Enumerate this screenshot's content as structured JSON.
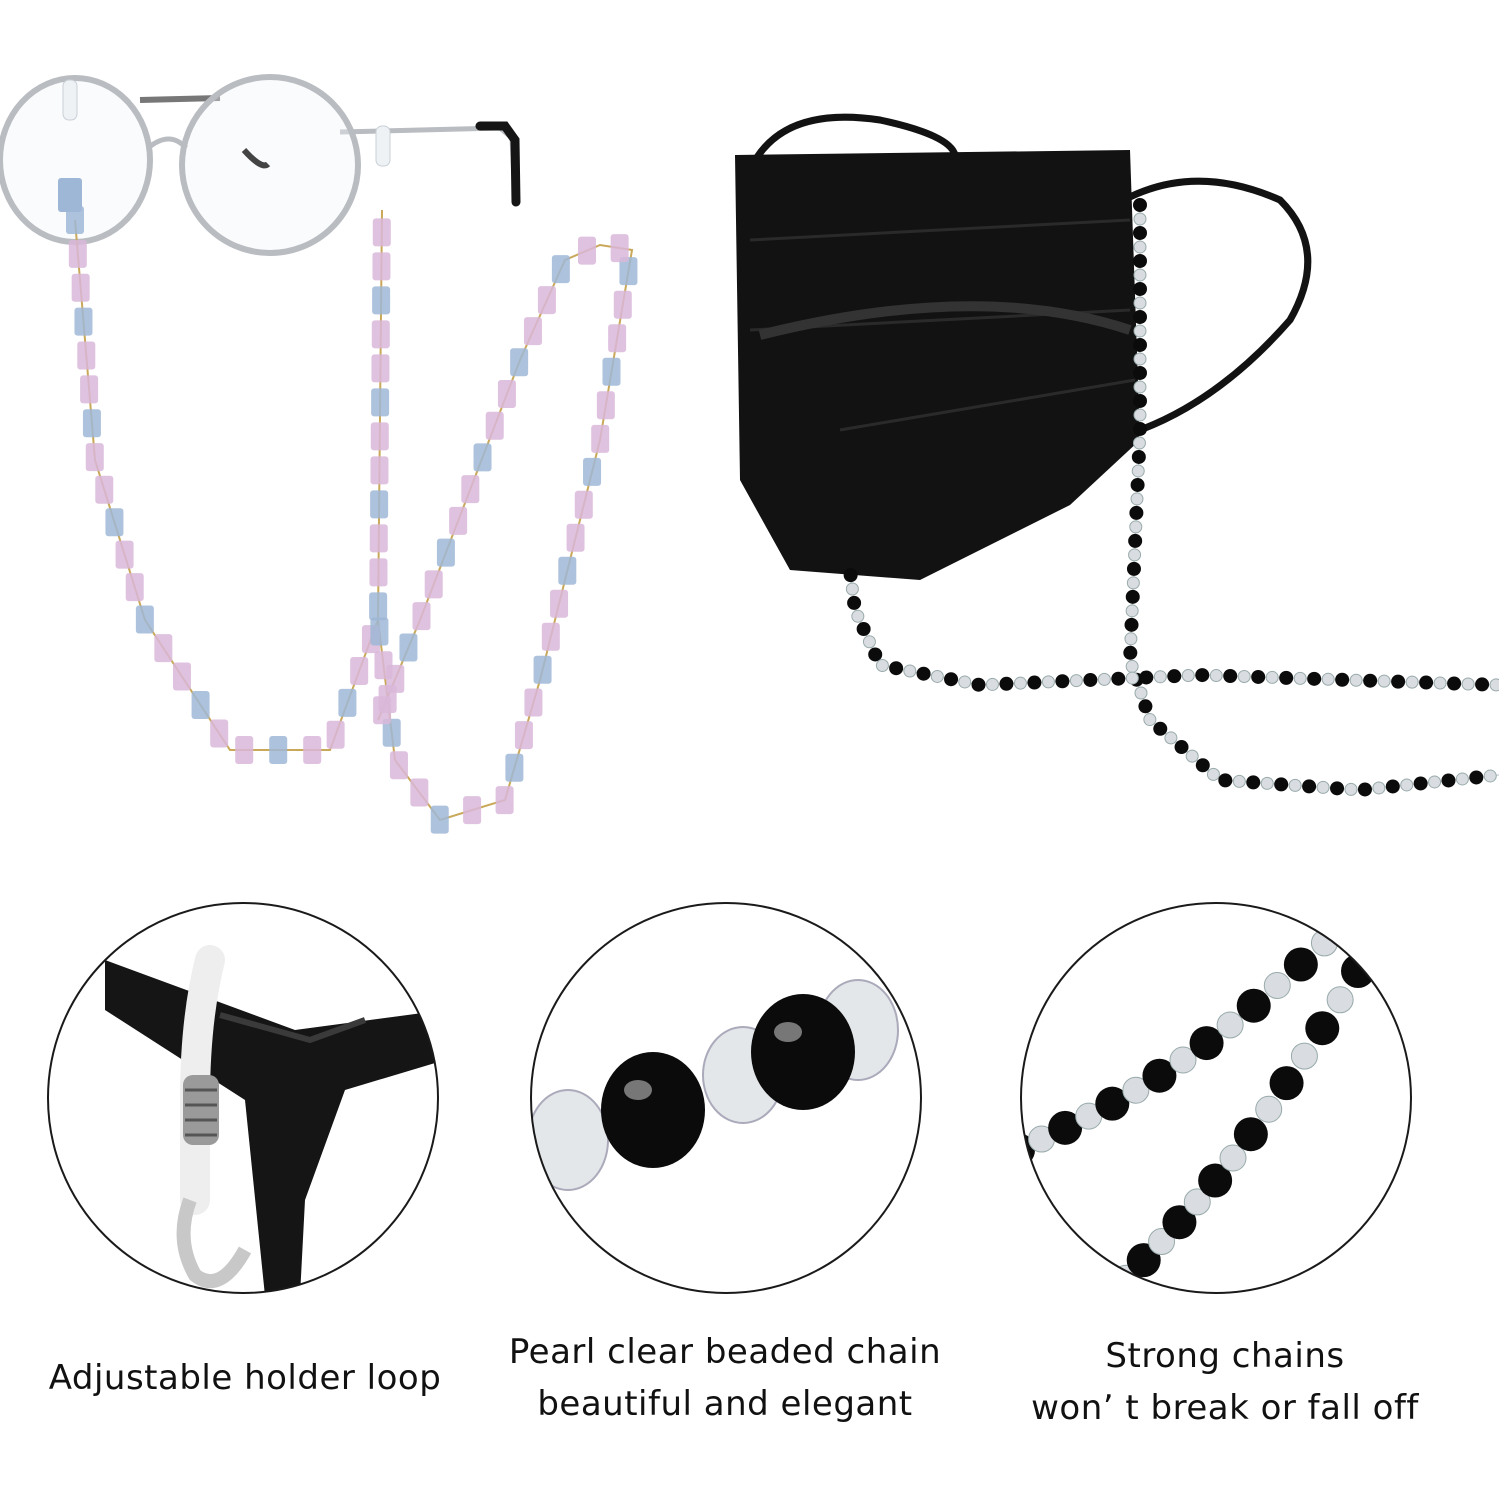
{
  "colors": {
    "bead_black": "#0b0b0b",
    "bead_clear": "#d9dde2",
    "acrylic_pink": "#d9b7d9",
    "acrylic_blue": "#9fb7d6",
    "frame_silver": "#b9bcc0",
    "frame_black": "#151515",
    "mask_black": "#121212",
    "circle_outline": "#1a1a1a"
  },
  "details": [
    {
      "icon": "holder-loop-closeup-icon",
      "lines": [
        "Adjustable holder loop"
      ]
    },
    {
      "icon": "beaded-chain-closeup-icon",
      "lines": [
        "Pearl clear beaded chain",
        "beautiful and elegant"
      ]
    },
    {
      "icon": "strong-chains-closeup-icon",
      "lines": [
        "Strong chains",
        "won’ t break or fall off"
      ]
    }
  ]
}
